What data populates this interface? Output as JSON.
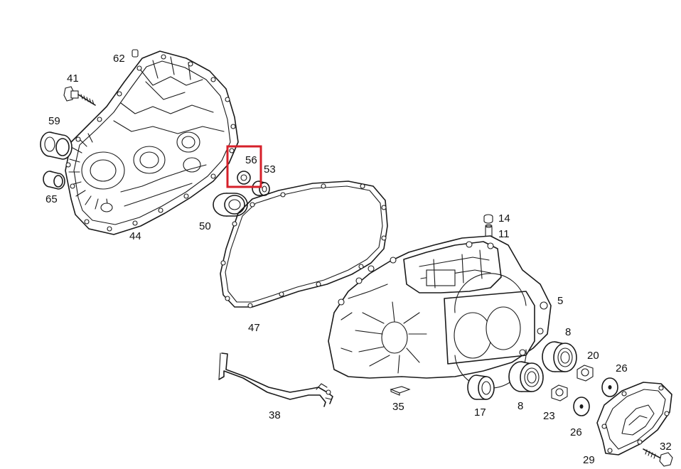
{
  "labels": {
    "p62": "62",
    "p41": "41",
    "p59": "59",
    "p65": "65",
    "p44": "44",
    "p50": "50",
    "p56": "56",
    "p53": "53",
    "p14": "14",
    "p11": "11",
    "p47": "47",
    "p5": "5",
    "p8a": "8",
    "p20": "20",
    "p26a": "26",
    "p38": "38",
    "p35": "35",
    "p17": "17",
    "p8b": "8",
    "p23": "23",
    "p26b": "26",
    "p29": "29",
    "p32": "32"
  },
  "highlight": {
    "part": "56",
    "color": "#d6202a"
  }
}
